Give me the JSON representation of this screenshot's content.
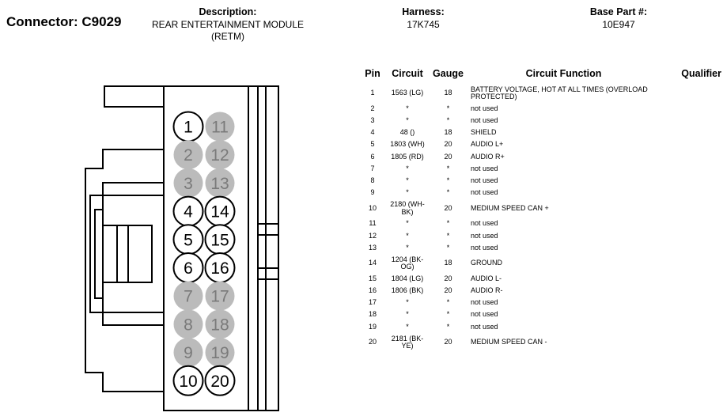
{
  "connector": {
    "label": "Connector: C9029"
  },
  "description": {
    "label": "Description:",
    "value": "REAR ENTERTAINMENT MODULE (RETM)"
  },
  "harness": {
    "label": "Harness:",
    "value": "17K745"
  },
  "base_part": {
    "label": "Base Part #:",
    "value": "10E947"
  },
  "table": {
    "headers": {
      "pin": "Pin",
      "circuit": "Circuit",
      "gauge": "Gauge",
      "function": "Circuit Function",
      "qualifier": "Qualifier"
    },
    "rows": [
      {
        "pin": "1",
        "circuit": "1563 (LG)",
        "gauge": "18",
        "function": "BATTERY VOLTAGE, HOT AT ALL TIMES (OVERLOAD PROTECTED)",
        "qualifier": ""
      },
      {
        "pin": "2",
        "circuit": "*",
        "gauge": "*",
        "function": "not used",
        "qualifier": ""
      },
      {
        "pin": "3",
        "circuit": "*",
        "gauge": "*",
        "function": "not used",
        "qualifier": ""
      },
      {
        "pin": "4",
        "circuit": "48 ()",
        "gauge": "18",
        "function": "SHIELD",
        "qualifier": ""
      },
      {
        "pin": "5",
        "circuit": "1803 (WH)",
        "gauge": "20",
        "function": "AUDIO L+",
        "qualifier": ""
      },
      {
        "pin": "6",
        "circuit": "1805 (RD)",
        "gauge": "20",
        "function": "AUDIO R+",
        "qualifier": ""
      },
      {
        "pin": "7",
        "circuit": "*",
        "gauge": "*",
        "function": "not used",
        "qualifier": ""
      },
      {
        "pin": "8",
        "circuit": "*",
        "gauge": "*",
        "function": "not used",
        "qualifier": ""
      },
      {
        "pin": "9",
        "circuit": "*",
        "gauge": "*",
        "function": "not used",
        "qualifier": ""
      },
      {
        "pin": "10",
        "circuit": "2180 (WH-BK)",
        "gauge": "20",
        "function": "MEDIUM SPEED CAN +",
        "qualifier": ""
      },
      {
        "pin": "11",
        "circuit": "*",
        "gauge": "*",
        "function": "not used",
        "qualifier": ""
      },
      {
        "pin": "12",
        "circuit": "*",
        "gauge": "*",
        "function": "not used",
        "qualifier": ""
      },
      {
        "pin": "13",
        "circuit": "*",
        "gauge": "*",
        "function": "not used",
        "qualifier": ""
      },
      {
        "pin": "14",
        "circuit": "1204 (BK-OG)",
        "gauge": "18",
        "function": "GROUND",
        "qualifier": ""
      },
      {
        "pin": "15",
        "circuit": "1804 (LG)",
        "gauge": "20",
        "function": "AUDIO L-",
        "qualifier": ""
      },
      {
        "pin": "16",
        "circuit": "1806 (BK)",
        "gauge": "20",
        "function": "AUDIO R-",
        "qualifier": ""
      },
      {
        "pin": "17",
        "circuit": "*",
        "gauge": "*",
        "function": "not used",
        "qualifier": ""
      },
      {
        "pin": "18",
        "circuit": "*",
        "gauge": "*",
        "function": "not used",
        "qualifier": ""
      },
      {
        "pin": "19",
        "circuit": "*",
        "gauge": "*",
        "function": "not used",
        "qualifier": ""
      },
      {
        "pin": "20",
        "circuit": "2181 (BK-YE)",
        "gauge": "20",
        "function": "MEDIUM SPEED CAN -",
        "qualifier": ""
      }
    ]
  },
  "connector_face": {
    "pins": [
      {
        "label": "1",
        "used": true
      },
      {
        "label": "11",
        "used": false
      },
      {
        "label": "2",
        "used": false
      },
      {
        "label": "12",
        "used": false
      },
      {
        "label": "3",
        "used": false
      },
      {
        "label": "13",
        "used": false
      },
      {
        "label": "4",
        "used": true
      },
      {
        "label": "14",
        "used": true
      },
      {
        "label": "5",
        "used": true
      },
      {
        "label": "15",
        "used": true
      },
      {
        "label": "6",
        "used": true
      },
      {
        "label": "16",
        "used": true
      },
      {
        "label": "7",
        "used": false
      },
      {
        "label": "17",
        "used": false
      },
      {
        "label": "8",
        "used": false
      },
      {
        "label": "18",
        "used": false
      },
      {
        "label": "9",
        "used": false
      },
      {
        "label": "19",
        "used": false
      },
      {
        "label": "10",
        "used": true
      },
      {
        "label": "20",
        "used": true
      }
    ],
    "colors": {
      "used_fill": "#ffffff",
      "unused_fill": "#bbbbbb",
      "unused_text": "#7a7a7a",
      "line": "#000000"
    }
  }
}
